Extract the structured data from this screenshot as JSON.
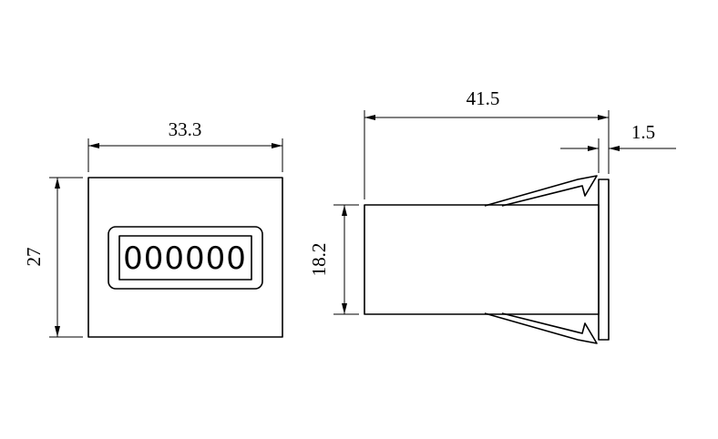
{
  "colors": {
    "line": "#000000",
    "background": "#ffffff"
  },
  "front_view": {
    "width_dim": "33.3",
    "height_dim": "27",
    "counter_digits": "000000"
  },
  "side_view": {
    "length_dim": "41.5",
    "flange_thickness_dim": "1.5",
    "body_height_dim": "18.2"
  }
}
